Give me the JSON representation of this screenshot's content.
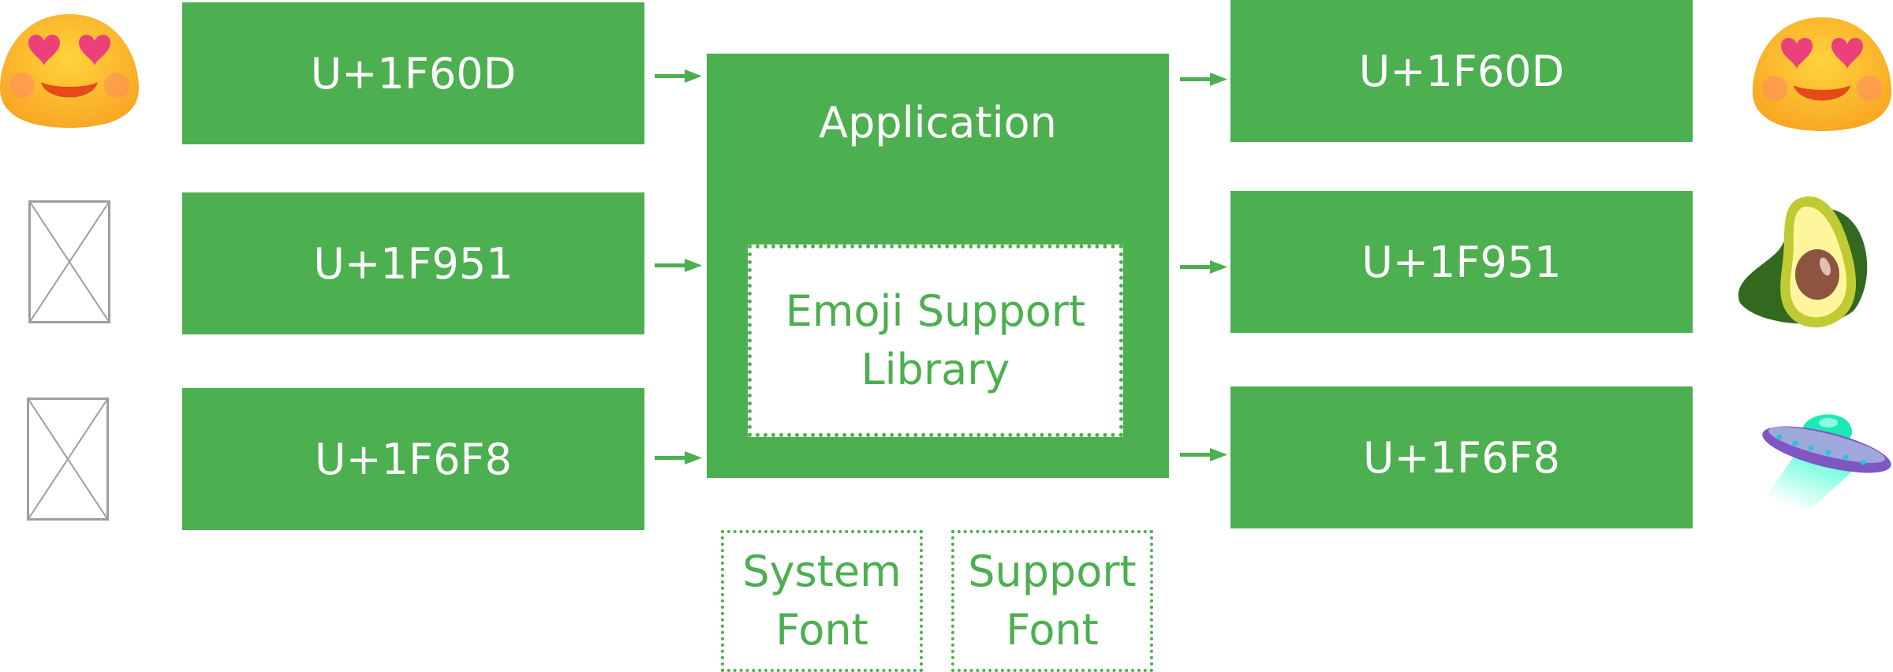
{
  "inputs": {
    "code_1": "U+1F60D",
    "code_2": "U+1F951",
    "code_3": "U+1F6F8"
  },
  "application": {
    "title": "Application",
    "library_line1": "Emoji Support",
    "library_line2": "Library"
  },
  "outputs": {
    "code_1": "U+1F60D",
    "code_2": "U+1F951",
    "code_3": "U+1F6F8"
  },
  "fonts": {
    "system_line1": "System",
    "system_line2": "Font",
    "support_line1": "Support",
    "support_line2": "Font"
  },
  "icons": {
    "input_1": "smiling-face-heart-eyes-icon",
    "input_2": "missing-glyph-icon",
    "input_3": "missing-glyph-icon",
    "output_1": "smiling-face-heart-eyes-icon",
    "output_2": "avocado-icon",
    "output_3": "flying-saucer-icon"
  },
  "colors": {
    "accent": "#4caf50",
    "text_on_accent": "#ffffff"
  }
}
